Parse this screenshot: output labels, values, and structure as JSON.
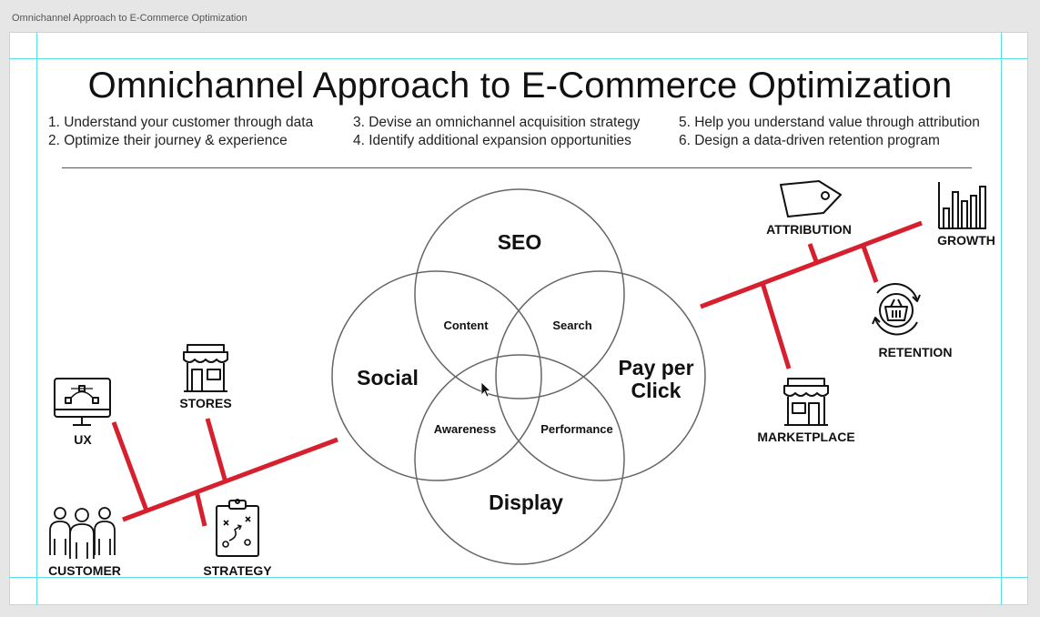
{
  "window": {
    "title": "Omnichannel Approach to E-Commerce Optimization"
  },
  "slide": {
    "title": "Omnichannel Approach to E-Commerce Optimization",
    "goals": [
      "1. Understand your customer through data",
      "2. Optimize their journey & experience",
      "3. Devise an omnichannel acquisition strategy",
      "4. Identify additional expansion opportunities",
      "5. Help you understand value through attribution",
      "6. Design a data-driven retention program"
    ]
  },
  "venn": {
    "circles": {
      "seo": "SEO",
      "social": "Social",
      "ppc_line1": "Pay per",
      "ppc_line2": "Click",
      "display": "Display"
    },
    "intersections": {
      "content": "Content",
      "search": "Search",
      "awareness": "Awareness",
      "performance": "Performance"
    }
  },
  "left_branch": {
    "ux": "UX",
    "stores": "STORES",
    "customer": "CUSTOMER",
    "strategy": "STRATEGY"
  },
  "right_branch": {
    "attribution": "ATTRIBUTION",
    "growth": "GROWTH",
    "retention": "RETENTION",
    "marketplace": "MARKETPLACE"
  },
  "colors": {
    "accent": "#d6202e",
    "circle_stroke": "#666666",
    "text": "#111111"
  },
  "icons": {
    "ux": "monitor-design-icon",
    "stores": "storefront-icon",
    "customer": "people-group-icon",
    "strategy": "clipboard-strategy-icon",
    "attribution": "price-tag-icon",
    "growth": "bar-chart-icon",
    "retention": "basket-refresh-icon",
    "marketplace": "storefront-icon",
    "cursor": "mouse-pointer-icon"
  }
}
